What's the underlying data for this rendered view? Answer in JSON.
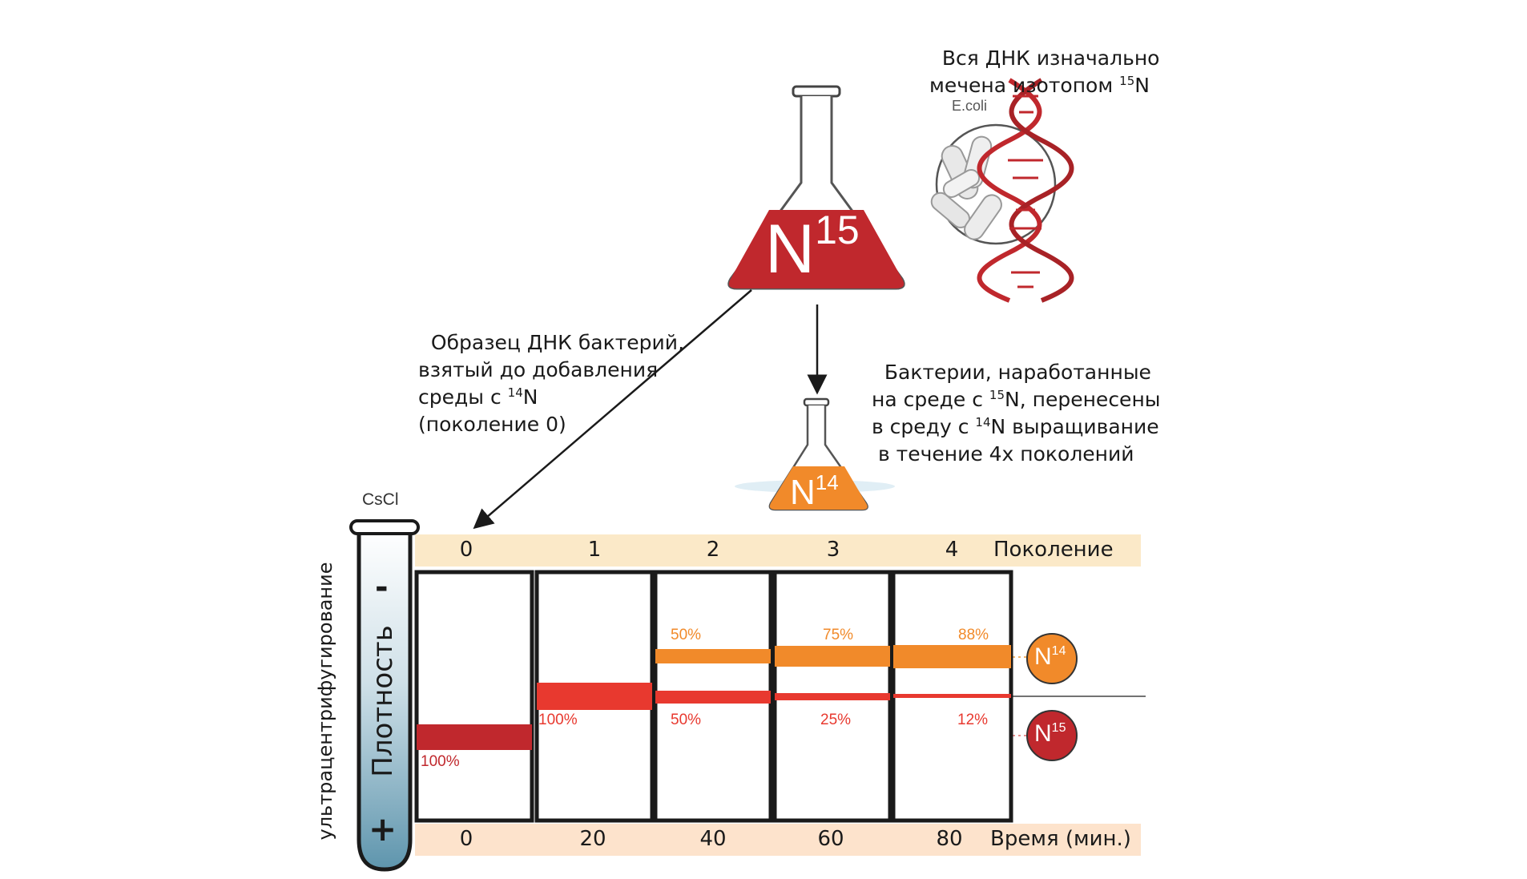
{
  "top_text": {
    "line1": "Вся ДНК изначально",
    "line2_pre": "мечена изотопом ",
    "line2_sup": "15",
    "line2_post": "N"
  },
  "ecoli_label": "E.coli",
  "flask_big": {
    "symbol": "N",
    "sup": "15"
  },
  "flask_small": {
    "symbol": "N",
    "sup": "14"
  },
  "sample_text": {
    "line1": "Образец ДНК бактерий,",
    "line2": "взятый до добавления",
    "line3_pre": "среды с ",
    "line3_sup": "14",
    "line3_post": "N",
    "line4": "(поколение 0)"
  },
  "transfer_text": {
    "line1": "Бактерии, наработанные",
    "line2_pre": "на среде с ",
    "line2_sup": "15",
    "line2_post": "N, перенесены",
    "line3_pre": "в среду с ",
    "line3_sup": "14",
    "line3_post": "N выращивание",
    "line4": " в течение 4х поколений"
  },
  "tube": {
    "label": "CsCl",
    "minus": "-",
    "plus": "+",
    "density_label": "Плотность"
  },
  "axis_rotated_label": "ультрацентрифугирование",
  "generations": {
    "label": "Поколение",
    "values": [
      "0",
      "1",
      "2",
      "3",
      "4"
    ]
  },
  "time": {
    "label": "Время (мин.)",
    "values": [
      "0",
      "20",
      "40",
      "60",
      "80"
    ]
  },
  "columns": [
    {
      "top_pct": "",
      "bottom_pct": "100%"
    },
    {
      "top_pct": "",
      "bottom_pct": "100%"
    },
    {
      "top_pct": "50%",
      "bottom_pct": "50%"
    },
    {
      "top_pct": "75%",
      "bottom_pct": "25%"
    },
    {
      "top_pct": "88%",
      "bottom_pct": "12%"
    }
  ],
  "markers": {
    "light": {
      "symbol": "N",
      "sup": "14"
    },
    "heavy": {
      "symbol": "N",
      "sup": "15"
    }
  },
  "colors": {
    "dark_red": "#c0282d",
    "red": "#e8392f",
    "orange": "#f18a2a",
    "header_band": "#fbe9c8",
    "time_band": "#fde3cc",
    "tube_fill": "#8fb9cc"
  }
}
